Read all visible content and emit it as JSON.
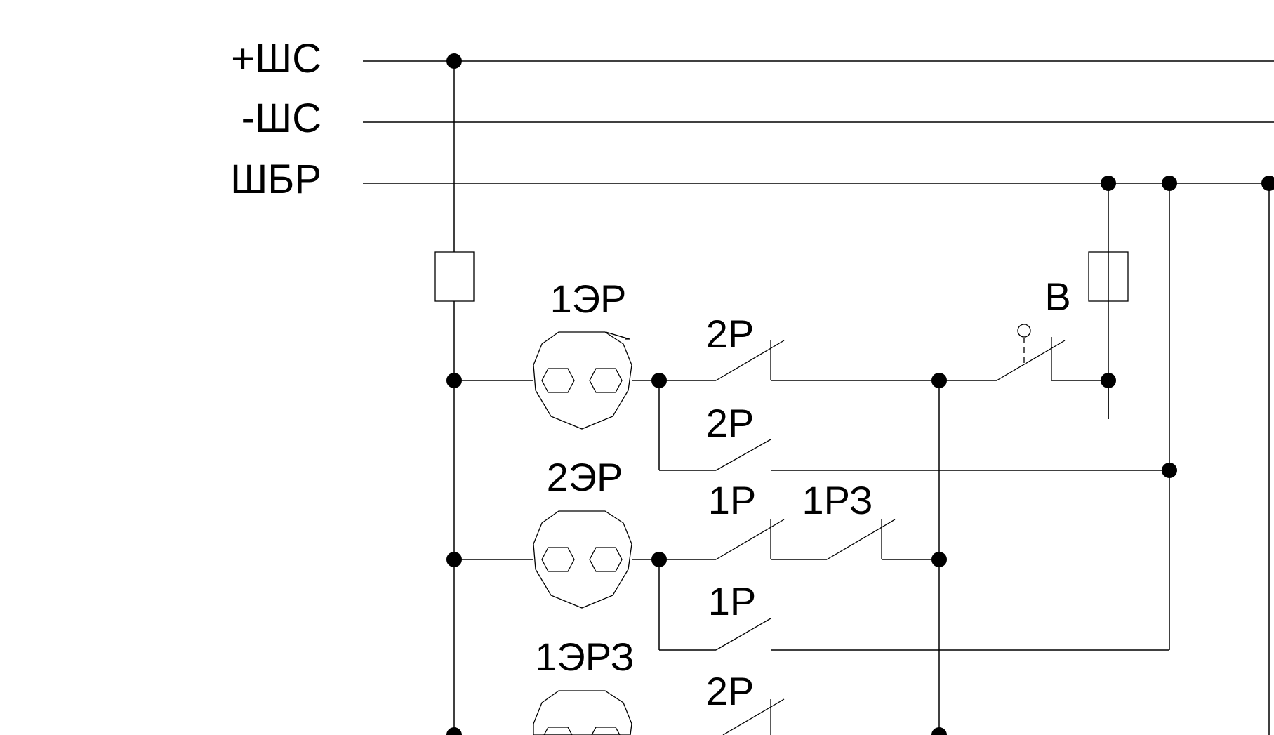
{
  "buses": [
    {
      "id": "plus",
      "label": "+ШС"
    },
    {
      "id": "minus",
      "label": "-ШС"
    },
    {
      "id": "shbr",
      "label": "ШБР"
    }
  ],
  "labels": {
    "relay_1er": "1ЭР",
    "relay_2er": "2ЭР",
    "relay_1erz": "1ЭРЗ",
    "contact_2r_top": "2Р",
    "contact_2r_second": "2Р",
    "contact_1r_main": "1Р",
    "contact_1rz": "1РЗ",
    "contact_1r_second": "1Р",
    "contact_2r_bottom": "2Р",
    "button_v": "В"
  },
  "colors": {
    "line": "#000000",
    "background": "#ffffff"
  }
}
